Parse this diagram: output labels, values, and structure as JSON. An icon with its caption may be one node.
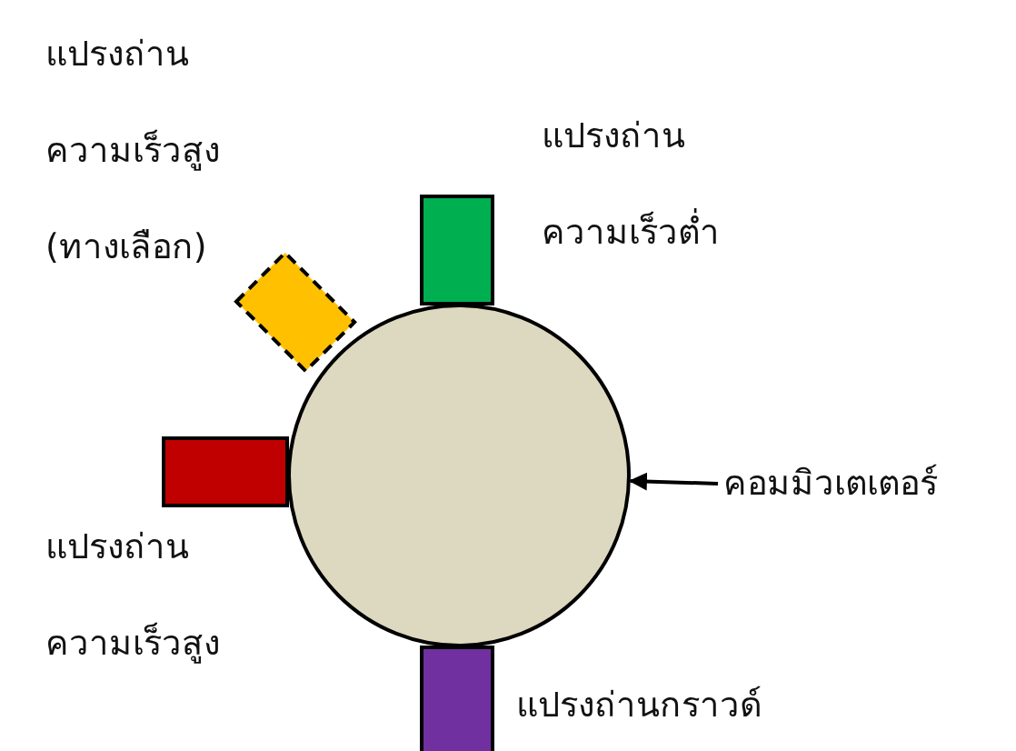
{
  "diagram": {
    "nodes": [
      {
        "text": [],
        "shape": "circle"
      },
      {
        "text": [],
        "shape": "box",
        "beside": [
          "แปรงถ่าน ความเร็วสูง (ทางเลือก)"
        ]
      },
      {
        "text": [],
        "shape": "box",
        "beside": [
          "แปรงถ่าน ความเร็วต่ำ"
        ]
      },
      {
        "text": [],
        "shape": "box",
        "beside": [
          "แปรงถ่าน ความเร็วสูง"
        ]
      },
      {
        "text": [],
        "shape": "box",
        "beside": [
          "แปรงถ่านกราวด์"
        ]
      },
      {
        "text": [
          "คอมมิวเตเตอร์"
        ]
      }
    ],
    "edges": [
      {
        "from": 5,
        "to": 0,
        "arrow": "to"
      }
    ]
  }
}
